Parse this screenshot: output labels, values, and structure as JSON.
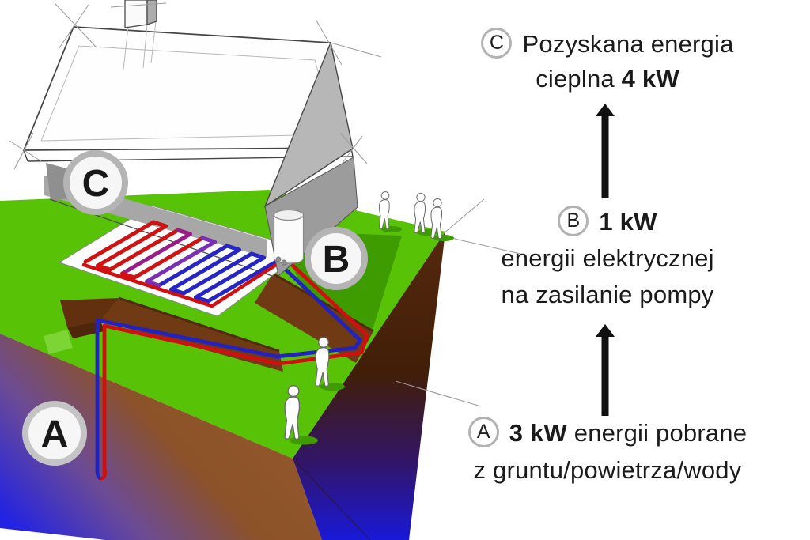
{
  "annotations": {
    "c": {
      "badge": "C",
      "line1": "Pozyskana energia",
      "line2_normal": "cieplna ",
      "line2_bold": "4 kW"
    },
    "b": {
      "badge": "B",
      "line1_bold": "1 kW",
      "line2": "energii elektrycznej",
      "line3": "na zasilanie pompy"
    },
    "a": {
      "badge": "A",
      "line1_bold": "3 kW",
      "line1_normal": " energii pobrane",
      "line2": "z gruntu/powietrza/wody"
    }
  },
  "diagram_badges": {
    "roof": "C",
    "pump": "B",
    "ground": "A"
  },
  "energy_values": {
    "a_input_kw": "3 kW",
    "b_electric_kw": "1 kW",
    "c_output_kw": "4 kW"
  },
  "colors": {
    "text": "#1a1a1a",
    "badge_ring": "#b3b3b3",
    "grass": "#57c206",
    "grass_shadow": "#3f9c00",
    "trench_brown": "#6f3a14",
    "pipe_hot_red": "#d01010",
    "pipe_cold_blue": "#2222c0",
    "soil_front": "#90562b",
    "soil_side": "#46220a",
    "groundwater_blue": "#2222e0",
    "roof_gray": "#b7b7b7"
  }
}
